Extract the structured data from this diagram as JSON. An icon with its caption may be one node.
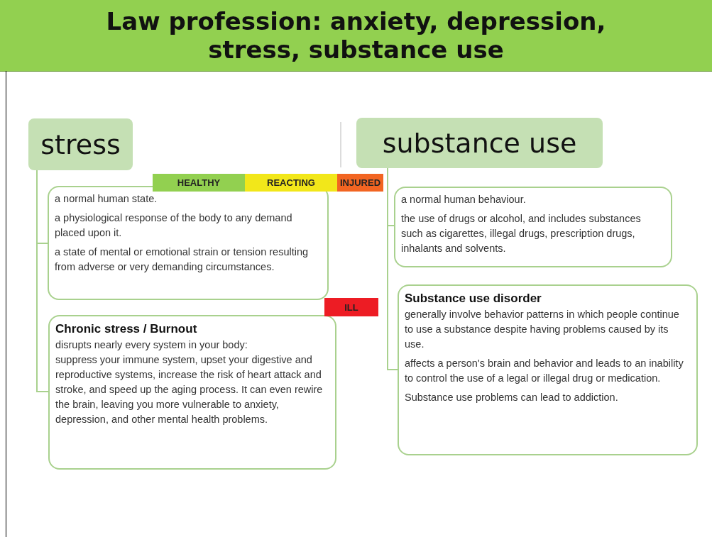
{
  "diagram": {
    "title": "Law profession: anxiety, depression, stress, substance use",
    "nodes": [
      {
        "text": [
          "stress"
        ]
      },
      {
        "text": [
          "a normal human state.",
          "a physiological response of the body to any demand placed upon it.",
          "a state of mental or emotional strain or tension resulting from adverse or very demanding circumstances."
        ]
      },
      {
        "text": [
          "Chronic stress / Burnout",
          "disrupts nearly every system in your body:",
          "suppress your immune system, upset your digestive and reproductive systems, increase the risk of heart attack and stroke, and speed up the aging process. It can even rewire the brain, leaving you more vulnerable to anxiety, depression, and other mental health problems."
        ]
      },
      {
        "text": [
          "substance use"
        ]
      },
      {
        "text": [
          "a normal human behaviour.",
          "the use of drugs or alcohol, and includes substances such as cigarettes, illegal drugs, prescription drugs, inhalants and solvents."
        ]
      },
      {
        "text": [
          "Substance use disorder",
          "generally involve behavior patterns in which people continue to use a substance despite having problems caused by its use.",
          "affects a person's brain and behavior and leads to an inability to control the use of a legal or illegal drug or medication.",
          "Substance use problems can lead to addiction."
        ]
      },
      {
        "text": [
          "HEALTHY"
        ]
      },
      {
        "text": [
          "REACTING"
        ]
      },
      {
        "text": [
          "INJURED"
        ]
      },
      {
        "text": [
          "ILL"
        ]
      }
    ],
    "edges": [
      {
        "from": 0,
        "to": 1,
        "arrow": "none"
      },
      {
        "from": 0,
        "to": 2,
        "arrow": "none"
      },
      {
        "from": 3,
        "to": 4,
        "arrow": "none"
      },
      {
        "from": 3,
        "to": 5,
        "arrow": "none"
      }
    ]
  }
}
